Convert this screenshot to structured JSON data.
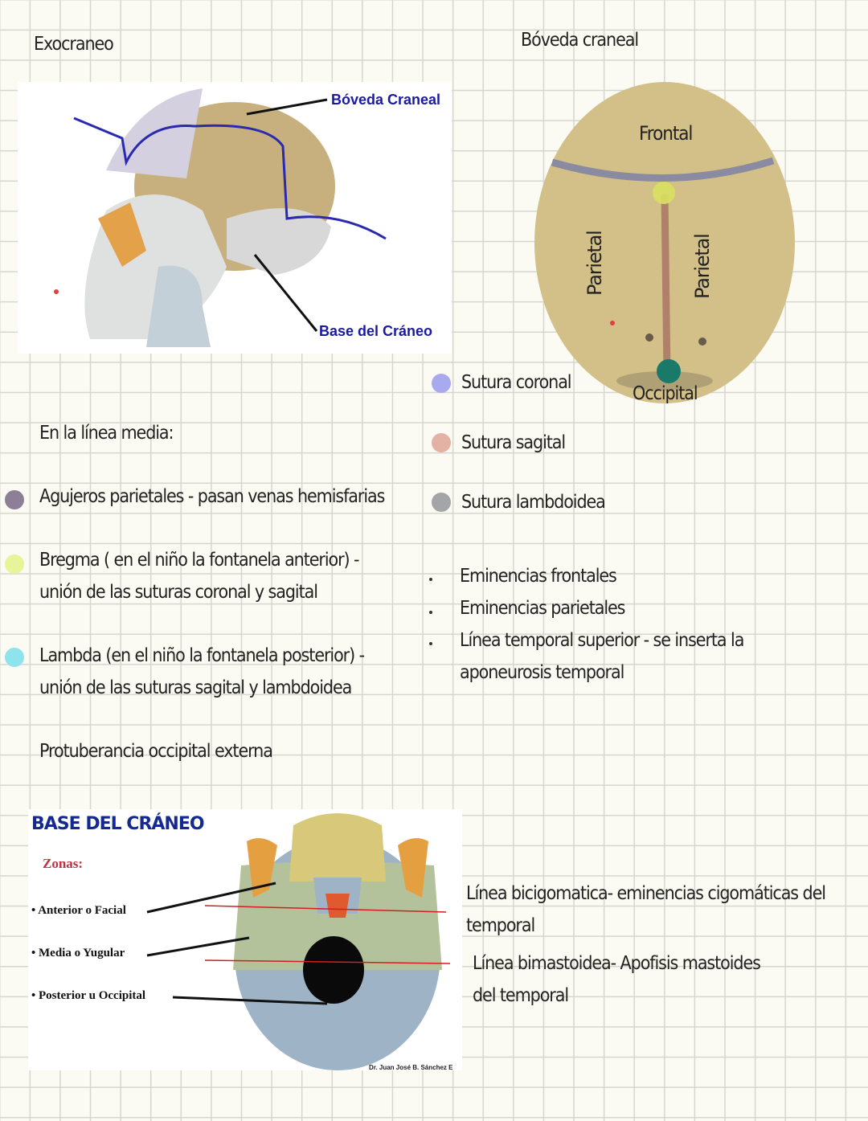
{
  "left_title": "Exocraneo",
  "right_title": "Bóveda craneal",
  "lateral_image": {
    "label_top": "Bóveda Craneal",
    "label_bottom": "Base del Cráneo"
  },
  "vault_image": {
    "frontal": "Frontal",
    "parietal_left": "Parietal",
    "parietal_right": "Parietal",
    "occipital": "Occipital"
  },
  "legend": [
    {
      "label": "Sutura coronal",
      "color": "#a9a9f0"
    },
    {
      "label": "Sutura sagital",
      "color": "#e3b2a4"
    },
    {
      "label": "Sutura lambdoidea",
      "color": "#a3a5a8"
    }
  ],
  "midline_heading": "En la línea media:",
  "midline": [
    {
      "lines": [
        "Agujeros parietales - pasan venas hemisfarias"
      ],
      "color": "#8e7f98"
    },
    {
      "lines": [
        "Bregma ( en el niño la fontanela anterior) -",
        "unión de las suturas coronal y sagital"
      ],
      "color": "#e6f49a"
    },
    {
      "lines": [
        "Lambda (en el niño la fontanela posterior) -",
        "unión de las suturas sagital y lambdoidea"
      ],
      "color": "#8ee3ec"
    }
  ],
  "protuberancia": "Protuberancia occipital externa",
  "eminencias": [
    "Eminencias frontales",
    "Eminencias parietales",
    "Línea temporal superior - se inserta la",
    "aponeurosis temporal"
  ],
  "base_image": {
    "title": "BASE DEL CRÁNEO",
    "zonas": "Zonas:",
    "items": [
      "Anterior o Facial",
      "Media o Yugular",
      "Posterior u Occipital"
    ],
    "credit": "Dr. Juan José B. Sánchez E"
  },
  "lines_notes": [
    "Línea bicigomatica- eminencias cigomáticas del",
    "temporal",
    "Línea bimastoidea- Apofisis mastoides",
    "del temporal"
  ]
}
